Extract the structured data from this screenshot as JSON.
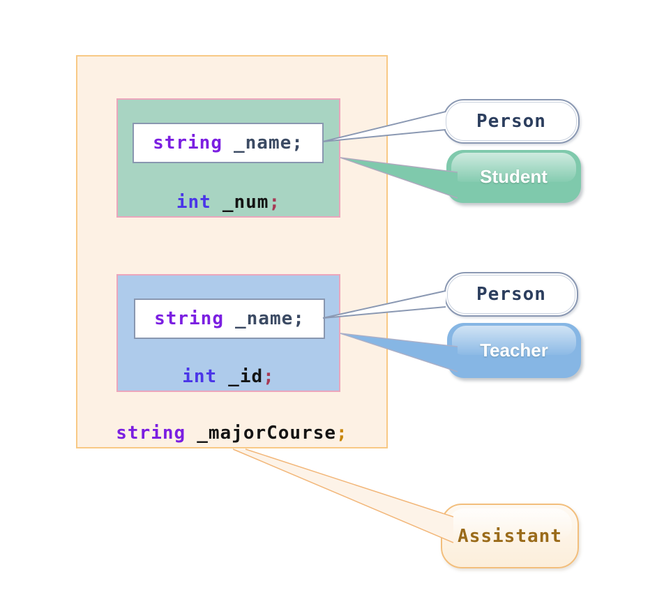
{
  "palette": {
    "outer_fill": "#FDF1E4",
    "outer_border": "#F8C985",
    "student_fill": "#A8D4C2",
    "teacher_fill": "#AECBEB",
    "member_box_border_pink": "#EBA6BC",
    "field_box_border": "#8997B0",
    "keyword_string_color": "#7B1FE1",
    "keyword_int_color": "#4A35E8",
    "name_identifier_color": "#3B4A63",
    "identifier_color": "#141414",
    "semicolon_red": "#A73A55",
    "semicolon_orange": "#C8860A",
    "person_bubble_border": "#8A98B2",
    "person_text_color": "#2C3E5E",
    "student_bubble_color": "#7FC9AC",
    "teacher_bubble_color": "#86B6E4",
    "assistant_bubble_fill": "#FDF3E8",
    "assistant_bubble_border": "#F2BE7C",
    "assistant_text_color": "#9A6B1A"
  },
  "code": {
    "student_name": {
      "keyword": "string",
      "ident": "_name",
      "semicolon": ";"
    },
    "student_num": {
      "keyword": "int",
      "ident": "_num",
      "semicolon": ";"
    },
    "teacher_name": {
      "keyword": "string",
      "ident": "_name",
      "semicolon": ";"
    },
    "teacher_id": {
      "keyword": "int",
      "ident": "_id",
      "semicolon": ";"
    },
    "assistant_major": {
      "keyword": "string",
      "ident": "_majorCourse",
      "semicolon": ";"
    }
  },
  "labels": {
    "person_top": "Person",
    "student": "Student",
    "person_bottom": "Person",
    "teacher": "Teacher",
    "assistant": "Assistant"
  }
}
